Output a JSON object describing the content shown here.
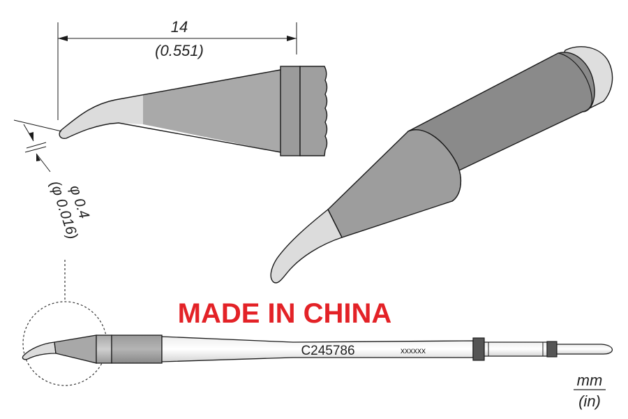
{
  "dimensions": {
    "length_mm": "14",
    "length_in": "(0.551)",
    "diameter_mm": "φ 0.4",
    "diameter_in": "(φ 0.016)"
  },
  "origin_label": "MADE IN CHINA",
  "part_code": "C245786",
  "code_suffix": "xxxxxx",
  "units": {
    "primary": "mm",
    "secondary": "(in)"
  },
  "colors": {
    "origin_text": "#e32227",
    "metal_dark": "#8c8c8c",
    "metal_mid": "#a9a9a9",
    "metal_light": "#d7d7d7",
    "outline": "#1a1a1a"
  }
}
